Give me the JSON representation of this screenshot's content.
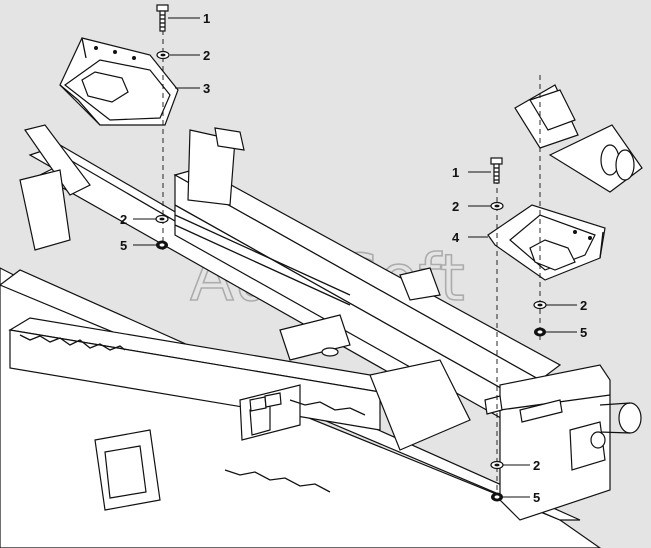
{
  "watermark": "AutoSoft",
  "callouts": [
    {
      "id": "c1a",
      "label": "1"
    },
    {
      "id": "c2a",
      "label": "2"
    },
    {
      "id": "c3",
      "label": "3"
    },
    {
      "id": "c1b",
      "label": "1"
    },
    {
      "id": "c2b",
      "label": "2"
    },
    {
      "id": "c4",
      "label": "4"
    },
    {
      "id": "c2c",
      "label": "2"
    },
    {
      "id": "c5a",
      "label": "5"
    },
    {
      "id": "c2d",
      "label": "2"
    },
    {
      "id": "c5b",
      "label": "5"
    },
    {
      "id": "c2e",
      "label": "2"
    },
    {
      "id": "c5c",
      "label": "5"
    }
  ],
  "parts": {
    "bolt_icon": "bolt-icon",
    "washer_icon": "washer-icon",
    "nut_icon": "nut-icon",
    "colors": {
      "background": "#e4e4e4",
      "line": "#111111",
      "part_fill": "#ffffff"
    }
  }
}
